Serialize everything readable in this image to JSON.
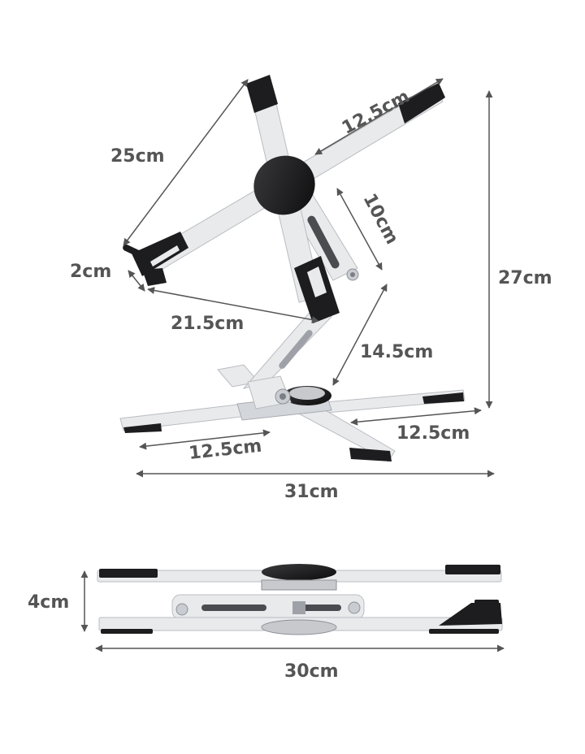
{
  "colors": {
    "dimension": "#555555",
    "aluminum": "#e9eaec",
    "pad": "#1d1d1f",
    "background": "#ffffff"
  },
  "dimensions": {
    "arm_upper_left": "25cm",
    "arm_upper_right": "12.5cm",
    "slot_length": "10cm",
    "overall_height": "27cm",
    "hook_depth": "2cm",
    "hook_span": "21.5cm",
    "support_arm": "14.5cm",
    "base_right": "12.5cm",
    "base_left": "12.5cm",
    "overall_width": "31cm",
    "folded_height": "4cm",
    "folded_length": "30cm"
  }
}
